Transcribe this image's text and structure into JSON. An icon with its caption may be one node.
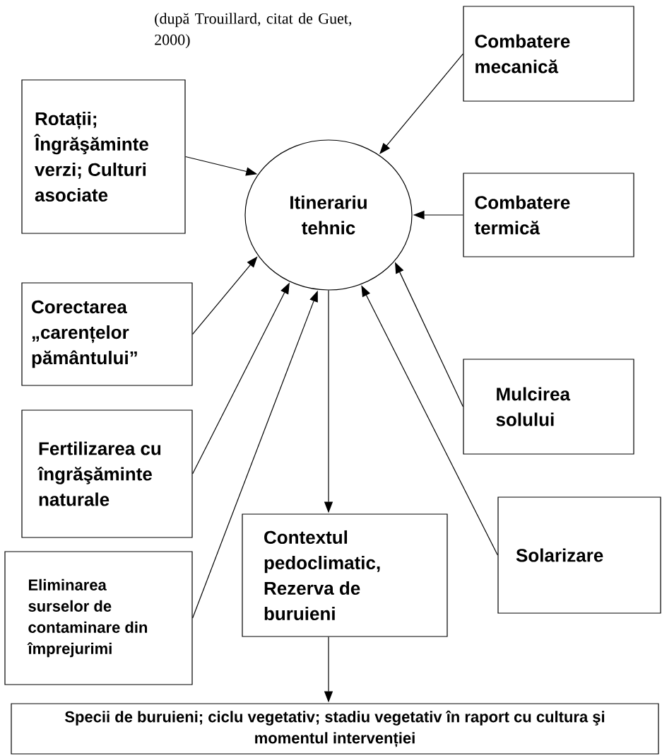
{
  "diagram": {
    "nodes": [
      {
        "text": [
          "Itinerariu tehnic"
        ]
      },
      {
        "text": [
          "Combatere mecanică"
        ]
      },
      {
        "text": [
          "Rotații; Îngrăşăminte verzi; Culturi asociate"
        ]
      },
      {
        "text": [
          "Combatere termică"
        ]
      },
      {
        "text": [
          "Corectarea „carențelor pământului”"
        ]
      },
      {
        "text": [
          "Mulcirea solului"
        ]
      },
      {
        "text": [
          "Fertilizarea cu îngrăşăminte naturale"
        ]
      },
      {
        "text": [
          "Contextul pedoclimatic, Rezerva de buruieni"
        ]
      },
      {
        "text": [
          "Solarizare"
        ]
      },
      {
        "text": [
          "Eliminarea surselor de contaminare din împrejurimi"
        ]
      },
      {
        "text": [
          "Specii de buruieni; ciclu vegetativ; stadiu vegetativ în raport cu cultura şi momentul intervenției"
        ]
      }
    ],
    "edges": [
      {
        "from": 1,
        "to": 0,
        "arrow": "to"
      },
      {
        "from": 2,
        "to": 0,
        "arrow": "to"
      },
      {
        "from": 3,
        "to": 0,
        "arrow": "to"
      },
      {
        "from": 4,
        "to": 0,
        "arrow": "to"
      },
      {
        "from": 6,
        "to": 0,
        "arrow": "to"
      },
      {
        "from": 9,
        "to": 0,
        "arrow": "to"
      },
      {
        "from": 5,
        "to": 0,
        "arrow": "to"
      },
      {
        "from": 8,
        "to": 0,
        "arrow": "to"
      },
      {
        "from": 0,
        "to": 7,
        "arrow": "to"
      },
      {
        "from": 7,
        "to": 10,
        "arrow": "to"
      }
    ],
    "labels": [
      "(după Trouillard, citat de Guet, 2000)"
    ]
  }
}
